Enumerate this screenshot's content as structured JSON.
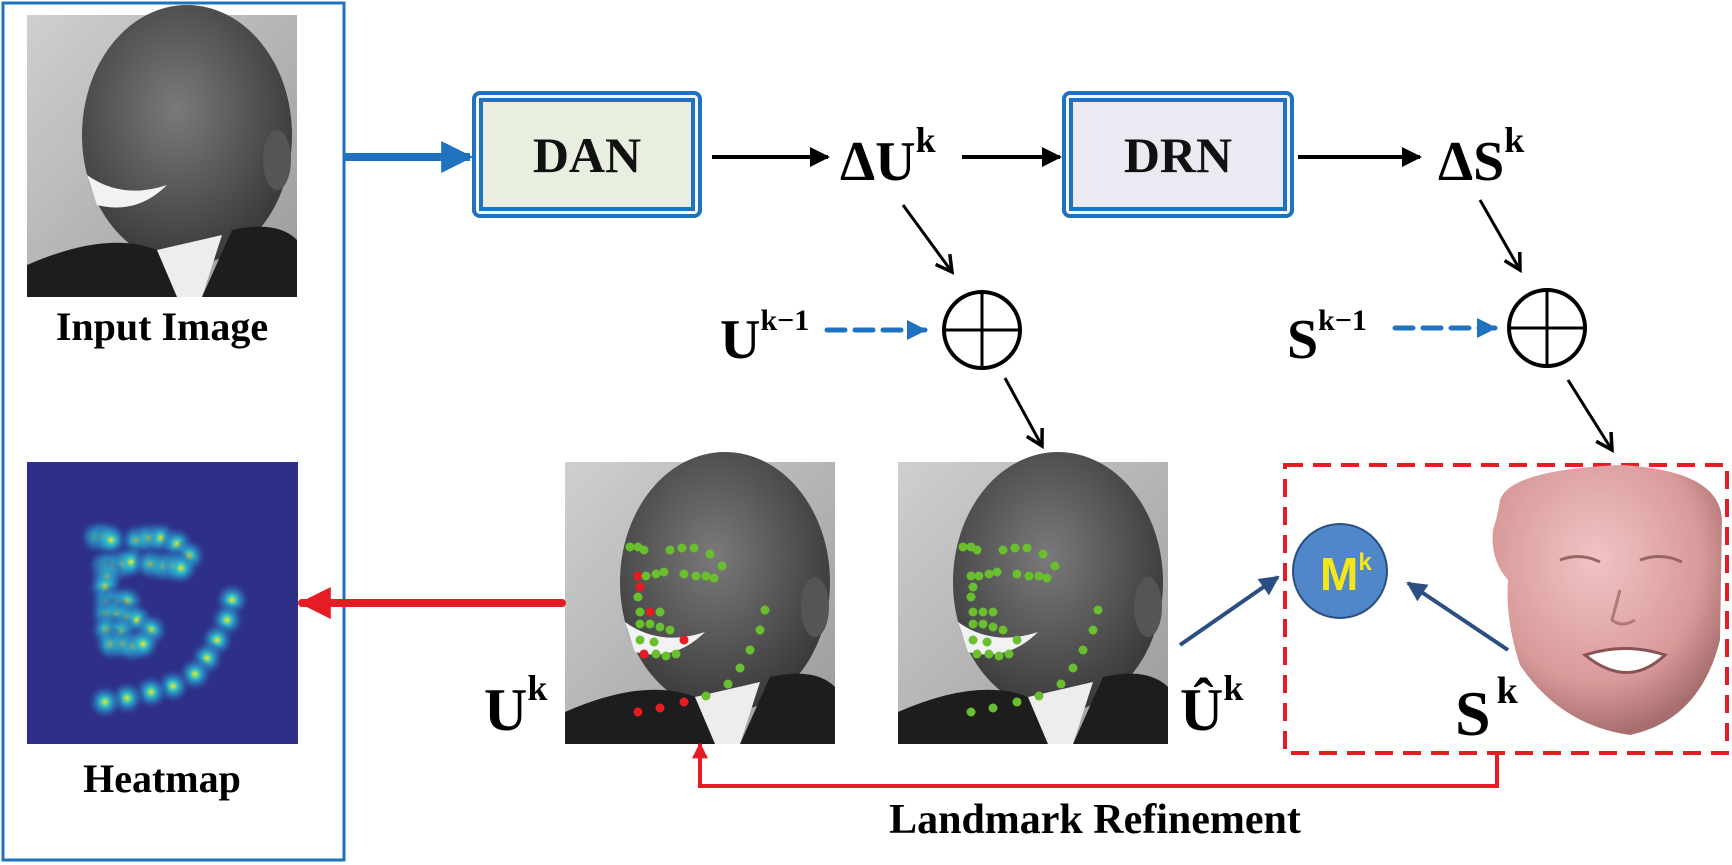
{
  "title": "Face landmark and 3D shape cascaded refinement pipeline",
  "colors": {
    "panel_border": "#1f72bf",
    "dan_fill": "#e8eee0",
    "drn_fill": "#ebe9f2",
    "red": "#e51c23",
    "dashed_blue": "#1f72bf",
    "navy_arrow": "#2b4f82",
    "m_circle": "#4f87c8",
    "m_text": "#f5e61a",
    "landmark_green": "#6abf2e",
    "landmark_red": "#e51c23",
    "heatmap_bg": "#2e2f86",
    "heatmap_peak": "#f5e61a"
  },
  "left_panel": {
    "input_label": "Input Image",
    "heatmap_label": "Heatmap"
  },
  "blocks": {
    "dan": "DAN",
    "drn": "DRN"
  },
  "symbols": {
    "delta_u": {
      "base": "ΔU",
      "sup": "k"
    },
    "delta_s": {
      "base": "ΔS",
      "sup": "k"
    },
    "u_prev": {
      "base": "U",
      "sup": "k−1"
    },
    "s_prev": {
      "base": "S",
      "sup": "k−1"
    },
    "u_k": {
      "base": "U",
      "sup": "k"
    },
    "u_hat": {
      "base": "Û",
      "sup": "k"
    },
    "s_k": {
      "base": "S",
      "sup": "k"
    },
    "m_k": {
      "base": "M",
      "sup": "k"
    },
    "plus": "⊕"
  },
  "bottom_label": "Landmark Refinement"
}
